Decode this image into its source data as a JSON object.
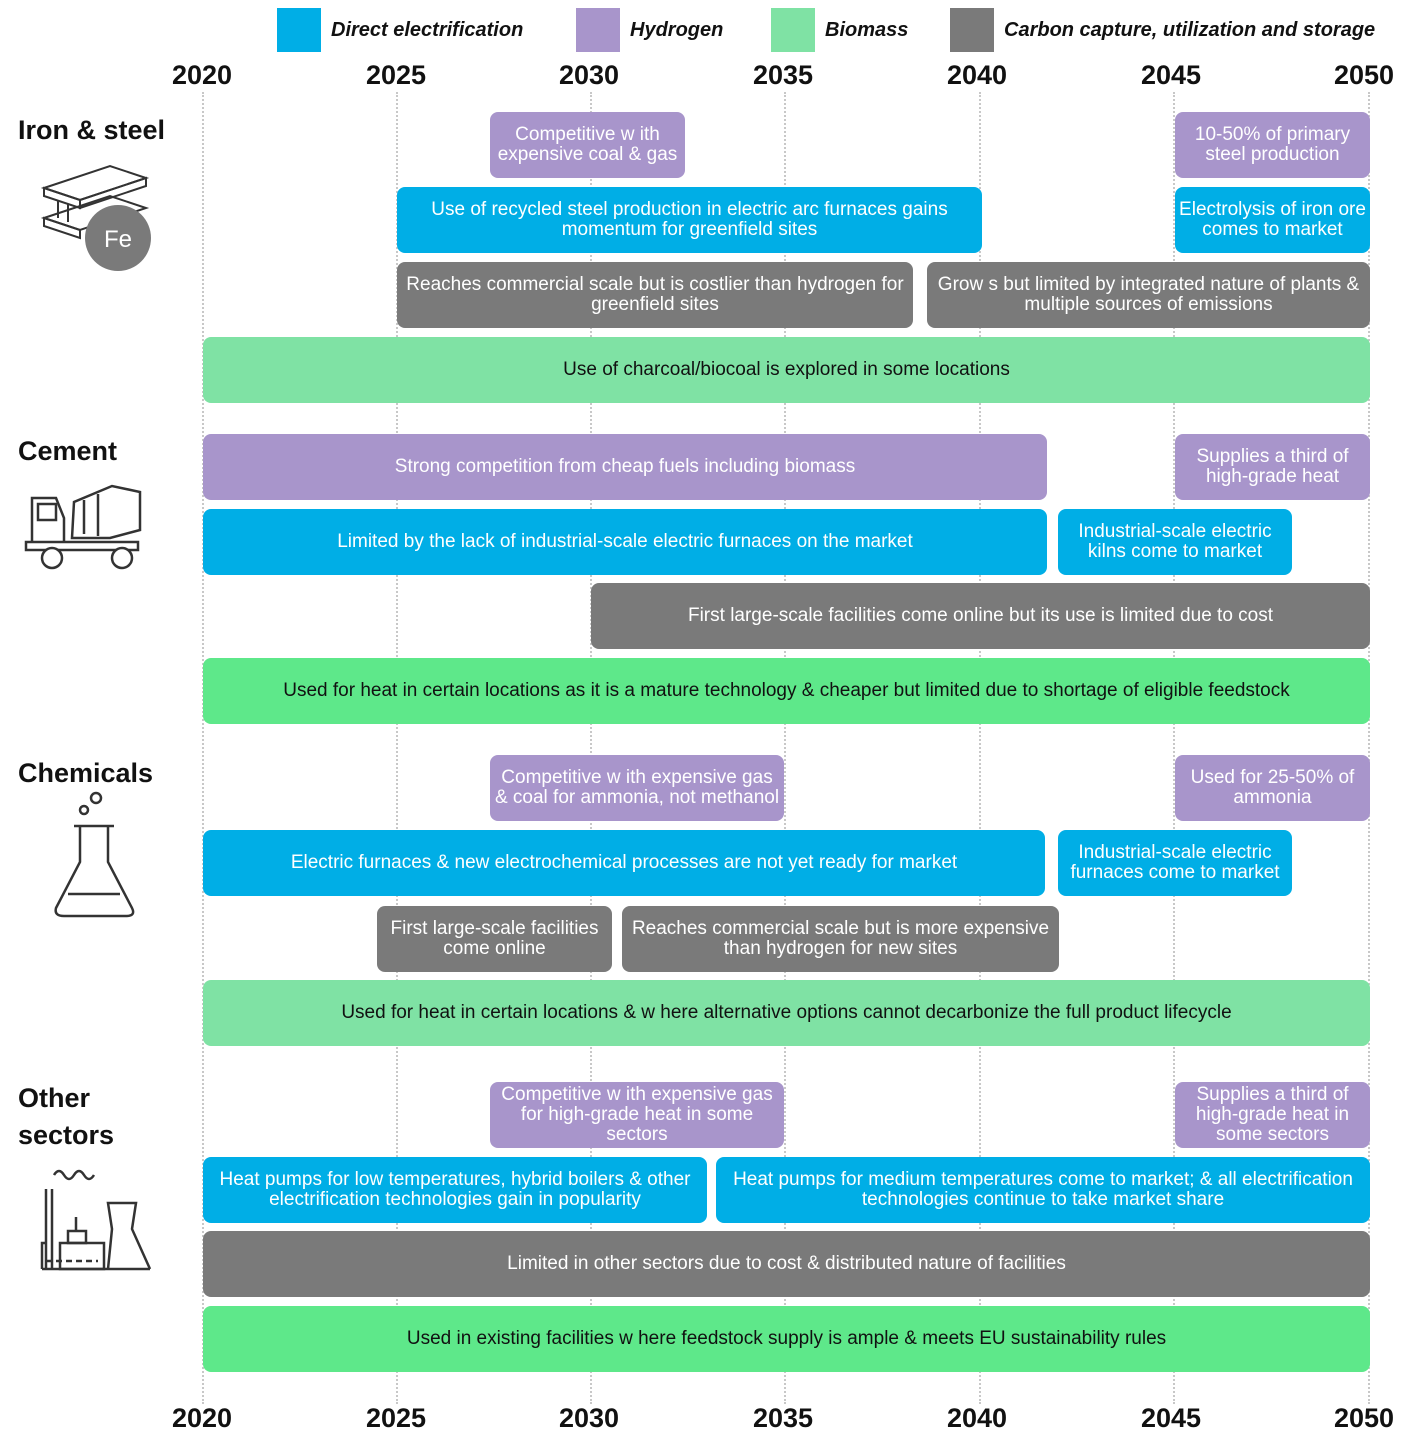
{
  "legend": [
    {
      "label": "Direct electrification",
      "color": "#00aee6"
    },
    {
      "label": "Hydrogen",
      "color": "#a895cb"
    },
    {
      "label": "Biomass",
      "color": "#7fe2a4"
    },
    {
      "label": "Carbon capture, utilization and storage",
      "color": "#7a7a7a"
    }
  ],
  "years": [
    "2020",
    "2025",
    "2030",
    "2035",
    "2040",
    "2045",
    "2050"
  ],
  "sectors": {
    "iron_steel": {
      "title": "Iron & steel",
      "icon_text": "Fe"
    },
    "cement": {
      "title": "Cement"
    },
    "chemicals": {
      "title": "Chemicals"
    },
    "other": {
      "title_line1": "Other",
      "title_line2": "sectors"
    }
  },
  "bars": {
    "is_h2_1": "Competitive w ith expensive coal & gas",
    "is_h2_2": "10-50% of primary steel production",
    "is_el_1": "Use of recycled steel production in electric arc furnaces gains momentum for greenfield sites",
    "is_el_2": "Electrolysis of iron ore comes to market",
    "is_ccs_1": "Reaches commercial scale but is costlier than hydrogen for greenfield sites",
    "is_ccs_2": "Grow s but limited by integrated nature of plants & multiple sources of emissions",
    "is_bio": "Use of charcoal/biocoal is explored in some locations",
    "ce_h2_1": "Strong competition from cheap fuels including biomass",
    "ce_h2_2": "Supplies a third of high-grade heat",
    "ce_el_1": "Limited by the lack of industrial-scale electric furnaces on the market",
    "ce_el_2": "Industrial-scale electric kilns come to market",
    "ce_ccs": "First large-scale facilities come online but its use is limited due to cost",
    "ce_bio": "Used for heat in certain locations as it is a mature technology & cheaper but limited due to shortage of eligible feedstock",
    "ch_h2_1": "Competitive w ith expensive gas & coal for ammonia, not methanol",
    "ch_h2_2": "Used for 25-50% of ammonia",
    "ch_el_1": "Electric furnaces & new electrochemical processes are not yet ready for market",
    "ch_el_2": "Industrial-scale electric furnaces come to market",
    "ch_ccs_1": "First large-scale facilities come online",
    "ch_ccs_2": "Reaches commercial scale but is more expensive than hydrogen for new sites",
    "ch_bio": "Used for heat in certain locations & w here alternative options cannot decarbonize the full product lifecycle",
    "ot_h2_1": "Competitive w ith expensive gas for high-grade heat in some sectors",
    "ot_h2_2": "Supplies a third of high-grade heat in some sectors",
    "ot_el_1": "Heat pumps for low temperatures, hybrid boilers & other electrification technologies gain in popularity",
    "ot_el_2": "Heat pumps for medium temperatures come to market; & all electrification technologies continue to take market share",
    "ot_ccs": "Limited in other sectors due to cost & distributed nature of facilities",
    "ot_bio": "Used in existing facilities w here feedstock supply is ample & meets EU sustainability rules"
  }
}
